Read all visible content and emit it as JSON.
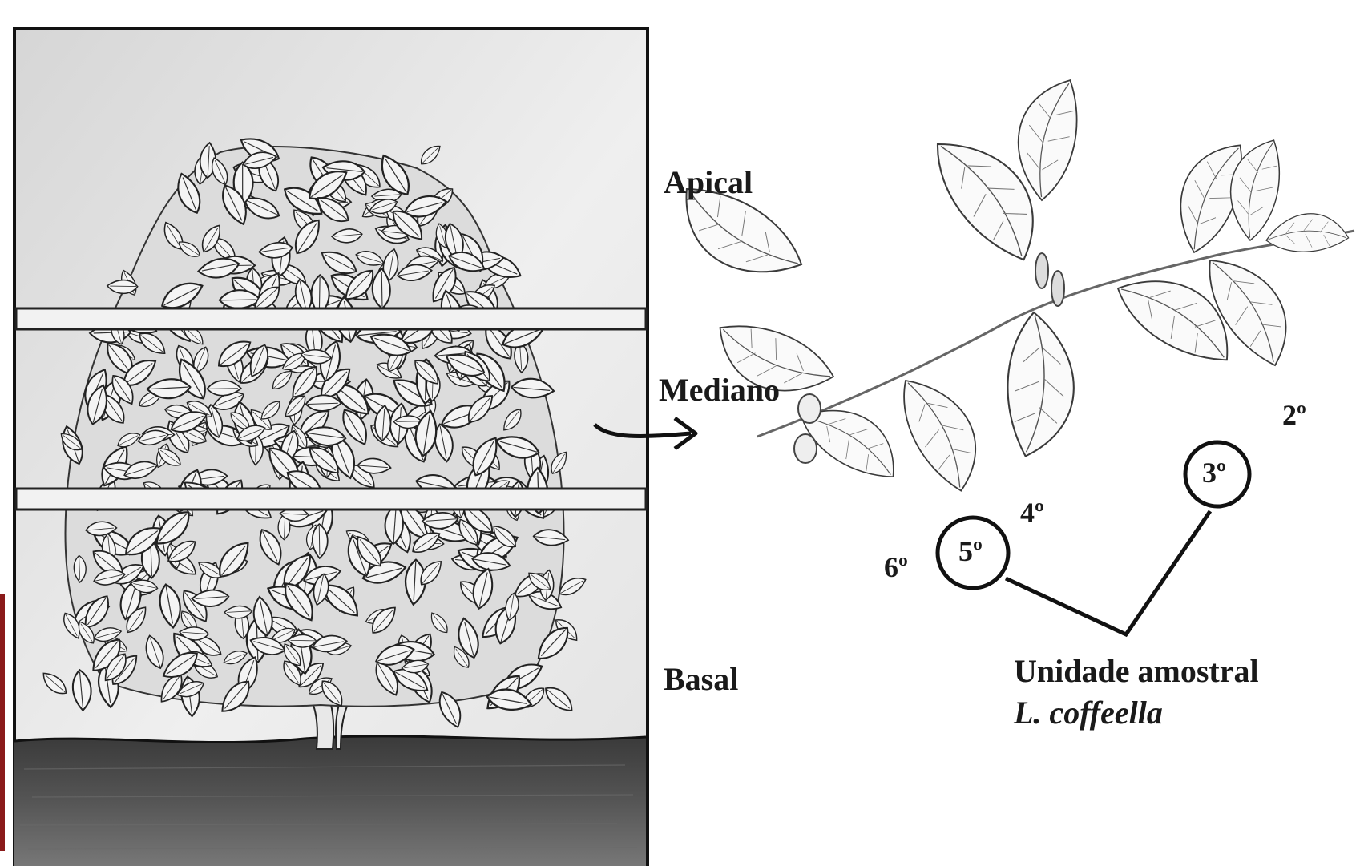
{
  "strata": {
    "apical": "Apical",
    "mediano": "Mediano",
    "basal": "Basal"
  },
  "leaf_pairs": {
    "p2": "2º",
    "p3": "3º",
    "p4": "4º",
    "p5": "5º",
    "p6": "6º"
  },
  "sampling_unit": {
    "line1": "Unidade amostral",
    "line2": "L. coffeella"
  },
  "colors": {
    "ink": "#1a1a1a",
    "paper": "#ececec",
    "soil": "#2e2e2e"
  }
}
